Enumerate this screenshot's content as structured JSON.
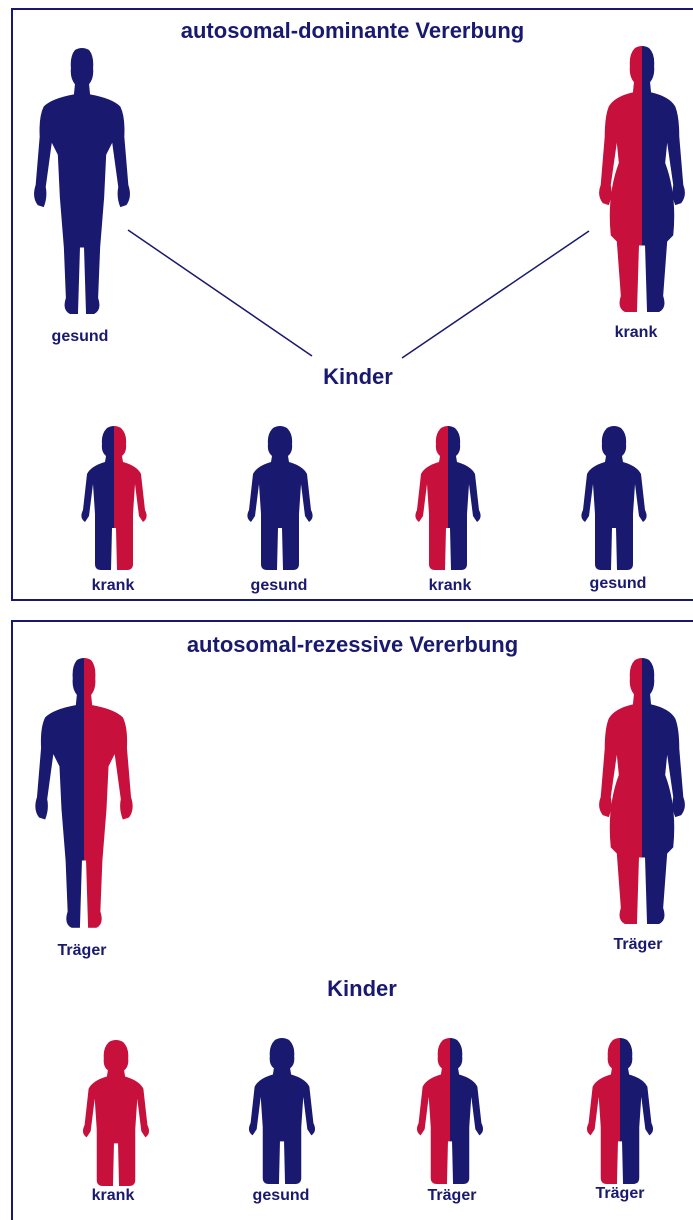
{
  "colors": {
    "healthy": "#191970",
    "affected": "#c8103c",
    "border": "#191970"
  },
  "panels": [
    {
      "title": "autosomal-dominante Vererbung",
      "parents": [
        {
          "sex": "male",
          "pattern": "solid-blue",
          "label": "gesund"
        },
        {
          "sex": "female",
          "pattern": "red-left-blue-right",
          "label": "krank"
        }
      ],
      "children_label": "Kinder",
      "children": [
        {
          "pattern": "blue-left-red-right",
          "label": "krank"
        },
        {
          "pattern": "solid-blue",
          "label": "gesund"
        },
        {
          "pattern": "red-left-blue-right",
          "label": "krank"
        },
        {
          "pattern": "solid-blue",
          "label": "gesund"
        }
      ]
    },
    {
      "title": "autosomal-rezessive Vererbung",
      "parents": [
        {
          "sex": "male",
          "pattern": "blue-left-red-right",
          "label": "Träger"
        },
        {
          "sex": "female",
          "pattern": "red-left-blue-right",
          "label": "Träger"
        }
      ],
      "children_label": "Kinder",
      "children": [
        {
          "pattern": "solid-red",
          "label": "krank"
        },
        {
          "pattern": "solid-blue",
          "label": "gesund"
        },
        {
          "pattern": "red-left-blue-right",
          "label": "Träger"
        },
        {
          "pattern": "red-left-blue-right",
          "label": "Träger"
        }
      ]
    }
  ]
}
